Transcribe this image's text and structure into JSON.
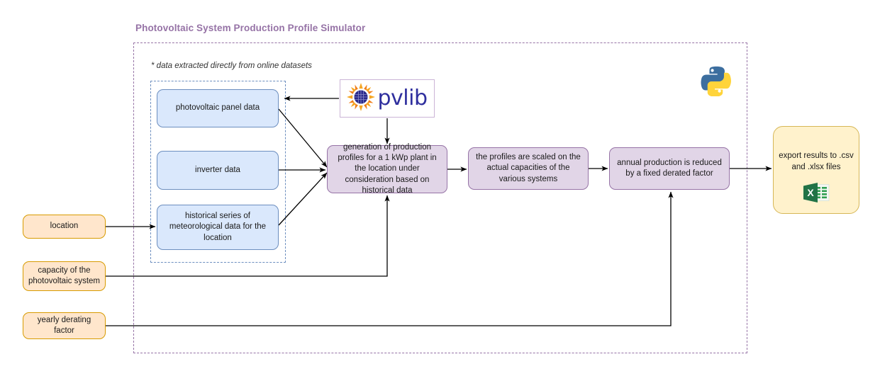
{
  "title": "Photovoltaic System Production Profile Simulator",
  "note": "* data extracted directly from online datasets",
  "colors": {
    "title_purple": "#9673A6",
    "blue_fill": "#DAE8FC",
    "blue_stroke": "#6C8EBF",
    "purple_fill": "#E1D5E7",
    "purple_stroke": "#9673A6",
    "orange_fill": "#FFE6CC",
    "orange_stroke": "#D79B00",
    "yellow_fill": "#FFF2CC",
    "yellow_stroke": "#D6B656",
    "excel_green": "#217346",
    "pvlib_blue": "#2F2F9E",
    "python_blue": "#3C6E9F",
    "python_yellow": "#FFD43B"
  },
  "data_sources": {
    "group_label": "online datasets group",
    "items": [
      {
        "label": "photovoltaic panel data"
      },
      {
        "label": "inverter data"
      },
      {
        "label": "historical series of meteorological data for the location"
      }
    ]
  },
  "inputs": [
    {
      "label": "location"
    },
    {
      "label": "capacity of the photovoltaic system"
    },
    {
      "label": "yearly derating factor"
    }
  ],
  "process": [
    {
      "label": "generation of production profiles for a 1 kWp plant in the location under consideration based on historical data"
    },
    {
      "label": "the profiles are scaled on the actual capacities of the various systems"
    },
    {
      "label": "annual production is reduced by a fixed derated factor"
    }
  ],
  "output": {
    "label": "export results to .csv and .xlsx files",
    "icon": "excel-icon"
  },
  "library": {
    "name": "pvlib",
    "icon": "pvlib-sun-panel-icon"
  },
  "language": {
    "name": "python",
    "icon": "python-logo-icon"
  }
}
